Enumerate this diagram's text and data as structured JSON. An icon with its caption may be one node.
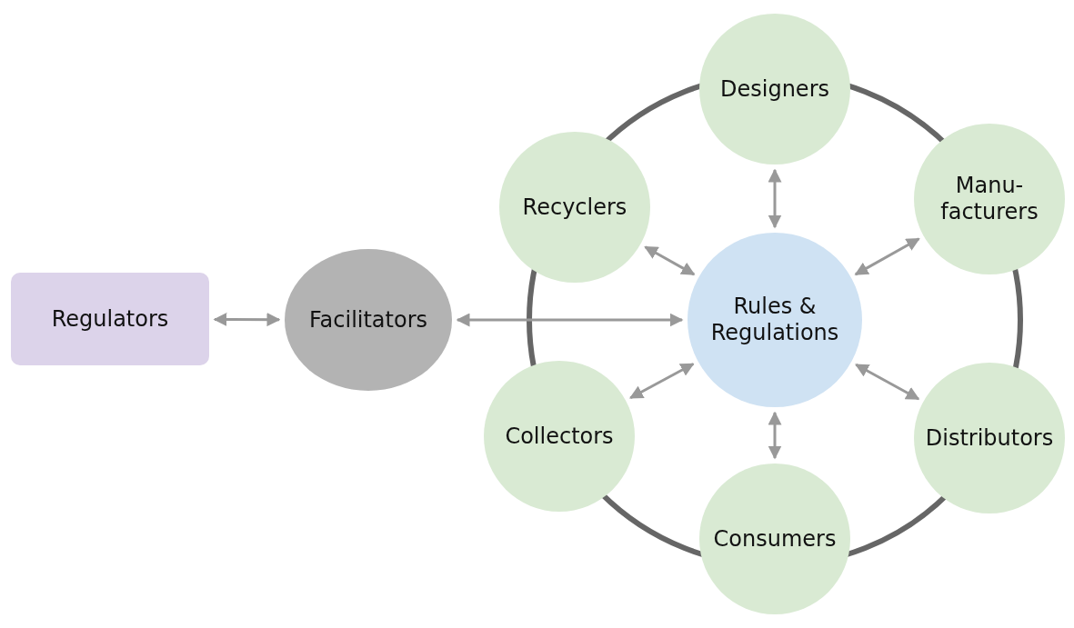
{
  "diagram": {
    "nodes": [
      {
        "text": [
          "Regulators"
        ]
      },
      {
        "text": [
          "Facilitators"
        ]
      },
      {
        "text": [
          "Designers"
        ]
      },
      {
        "text": [
          "Recyclers"
        ]
      },
      {
        "text": [
          "Manu- facturers"
        ]
      },
      {
        "text": [
          "Rules & Regulations"
        ]
      },
      {
        "text": [
          "Collectors"
        ]
      },
      {
        "text": [
          "Distributors"
        ]
      },
      {
        "text": [
          "Consumers"
        ]
      }
    ],
    "edges": [
      {
        "from": 0,
        "to": 1,
        "arrow": "both"
      },
      {
        "from": 1,
        "to": 5,
        "arrow": "both"
      },
      {
        "from": 2,
        "to": 5,
        "arrow": "both"
      },
      {
        "from": 3,
        "to": 5,
        "arrow": "both"
      },
      {
        "from": 4,
        "to": 5,
        "arrow": "both"
      },
      {
        "from": 6,
        "to": 5,
        "arrow": "both"
      },
      {
        "from": 7,
        "to": 5,
        "arrow": "both"
      },
      {
        "from": 8,
        "to": 5,
        "arrow": "both"
      }
    ]
  }
}
